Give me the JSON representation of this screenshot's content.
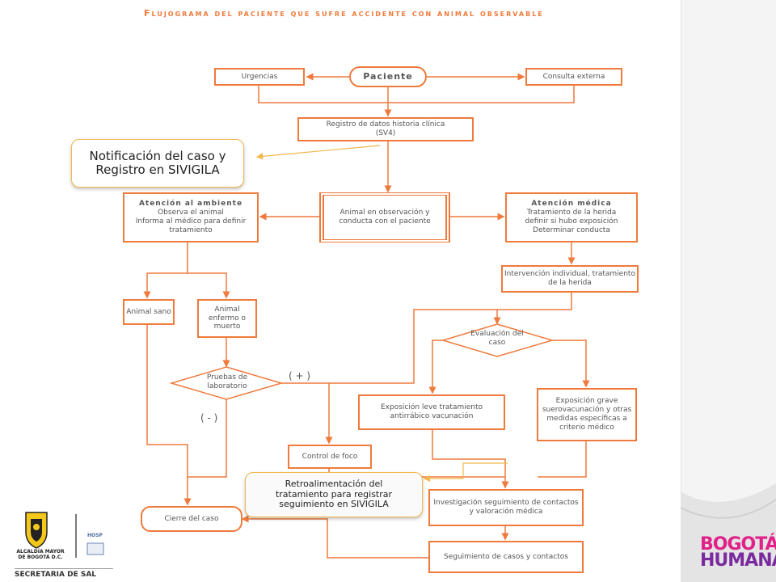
{
  "title": "Flujograma del paciente que sufre accidente con animal observable",
  "colors": {
    "accent": "#ef7a3b",
    "callout_border": "#f2b84b",
    "brand_pink": "#e0218a",
    "brand_purple": "#7a2a9e"
  },
  "nodes": {
    "paciente": "Paciente",
    "urgencias": "Urgencias",
    "consulta_externa": "Consulta externa",
    "registro": {
      "line1": "Registro de datos  historia clínica",
      "line2": "(SV4)"
    },
    "animal_observacion": "Animal en observación y conducta con el paciente",
    "atencion_ambiente": {
      "header": "Atención al ambiente",
      "line1": "Observa el animal",
      "line2": "Informa al médico para definir tratamiento"
    },
    "atencion_medica": {
      "header": "Atención médica",
      "line1": "Tratamiento de la herida",
      "line2": "definir si hubo exposición",
      "line3": "Determinar conducta"
    },
    "intervencion": "Intervención individual, tratamiento de la  herida",
    "animal_sano": "Animal sano",
    "animal_enfermo": "Animal enfermo o muerto",
    "evaluacion": "Evaluación del caso",
    "pruebas": "Pruebas de laboratorio",
    "exposicion_leve": "Exposición leve tratamiento antirrábico vacunación",
    "exposicion_grave": "Exposición grave suerovacunación y otras medidas específicas a criterio médico",
    "control_foco": "Control de foco",
    "cierre": "Cierre del caso",
    "investigacion": {
      "line1": "Investigación seguimiento de contactos",
      "line2": "y valoración médica"
    },
    "seguimiento": "Seguimiento de casos y contactos"
  },
  "signs": {
    "positive": "( + )",
    "negative": "( - )"
  },
  "callouts": {
    "notificacion": {
      "line1": "Notificación del caso y",
      "line2": "Registro en SIVIGILA"
    },
    "retroalimentacion": {
      "line1": "Retroalimentación del",
      "line2": "tratamiento para registrar",
      "line3": "seguimiento en SIVIGILA"
    }
  },
  "footer": {
    "alcaldia": {
      "line1": "ALCALDÍA MAYOR",
      "line2": "DE BOGOTÁ D.C."
    },
    "hospital": "HOSP",
    "secretaria": "SECRETARIA DE SAL",
    "brand": {
      "line1": "BOGOTÁ",
      "line2": "HUMANA"
    }
  }
}
